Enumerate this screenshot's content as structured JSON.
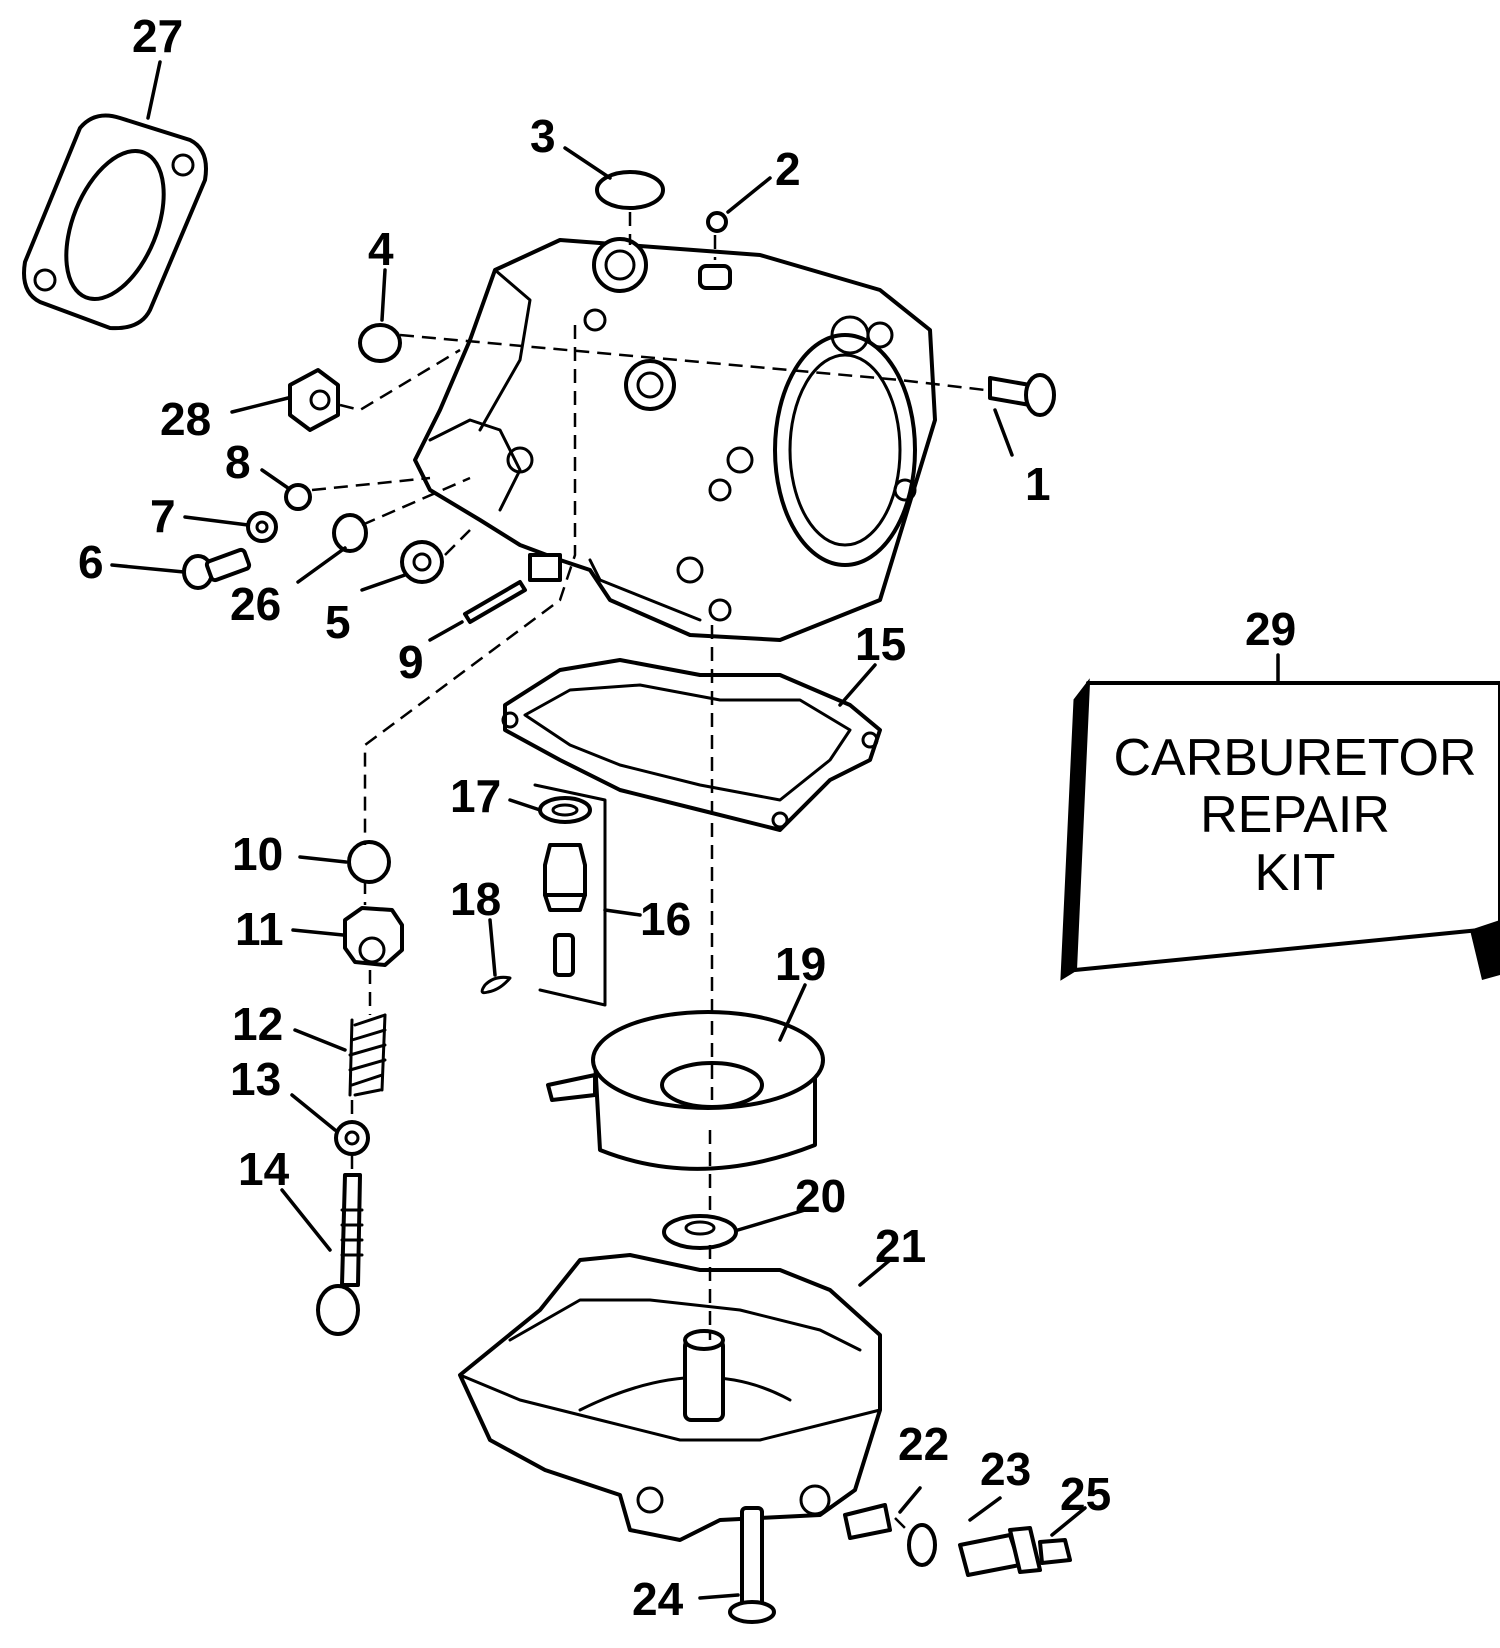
{
  "callouts": {
    "c1": "1",
    "c2": "2",
    "c3": "3",
    "c4": "4",
    "c5": "5",
    "c6": "6",
    "c7": "7",
    "c8": "8",
    "c9": "9",
    "c10": "10",
    "c11": "11",
    "c12": "12",
    "c13": "13",
    "c14": "14",
    "c15": "15",
    "c16": "16",
    "c17": "17",
    "c18": "18",
    "c19": "19",
    "c20": "20",
    "c21": "21",
    "c22": "22",
    "c23": "23",
    "c24": "24",
    "c25": "25",
    "c26": "26",
    "c27": "27",
    "c28": "28",
    "c29": "29"
  },
  "kit": {
    "line1": "CARBURETOR",
    "line2": "REPAIR",
    "line3": "KIT"
  }
}
